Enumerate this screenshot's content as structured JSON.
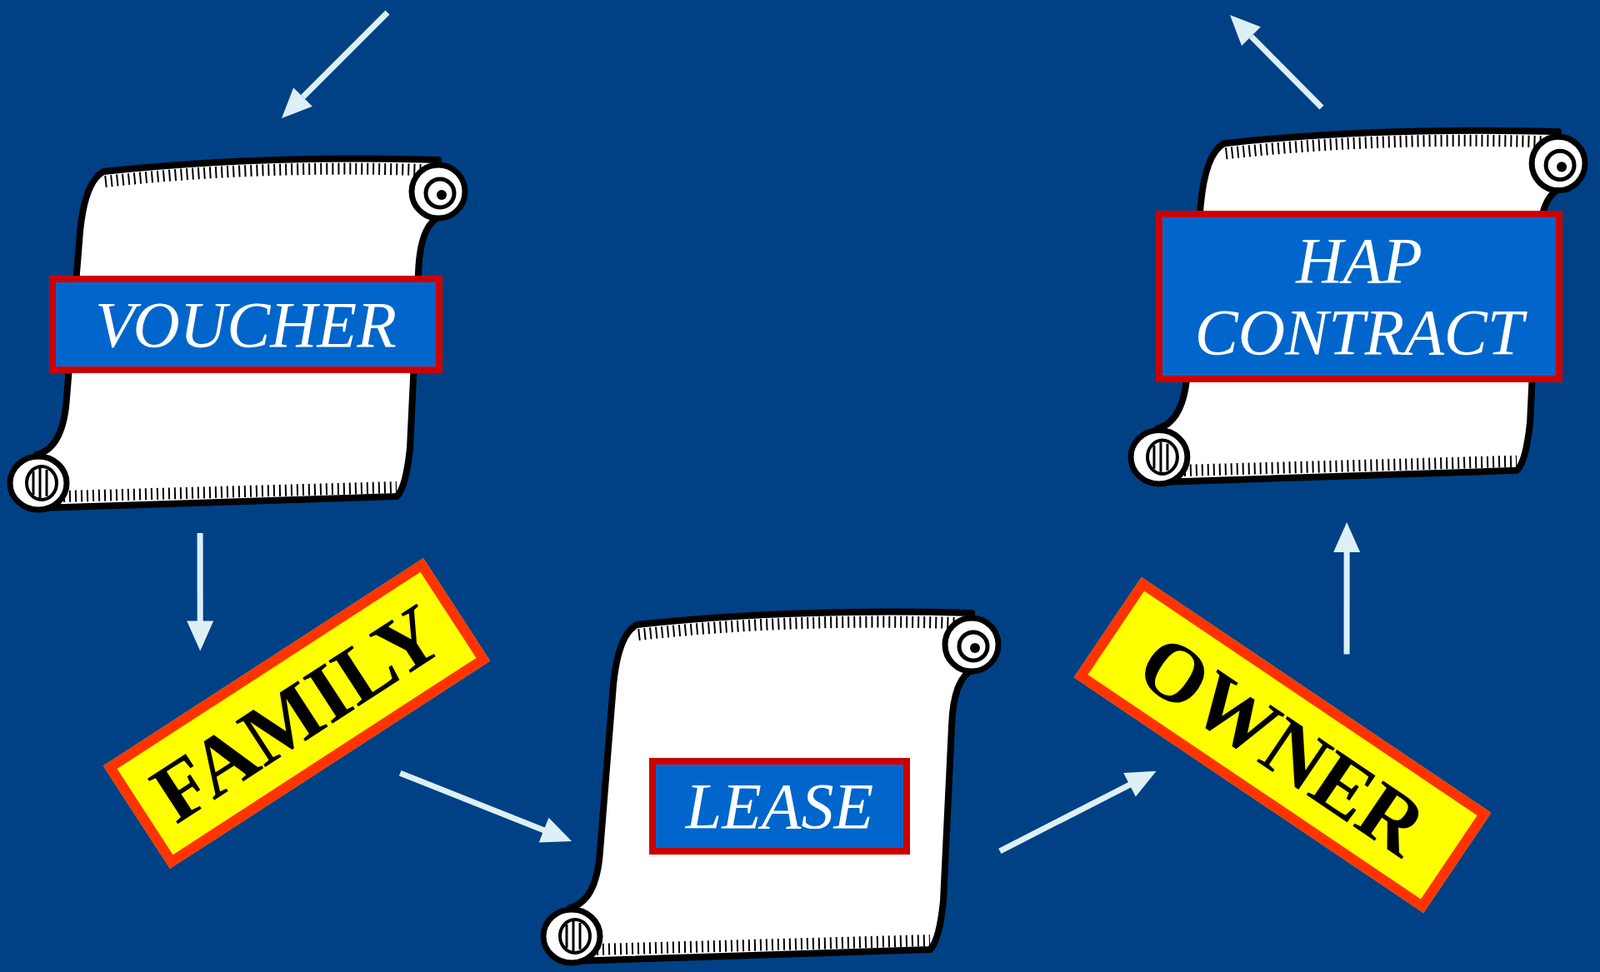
{
  "diagram": {
    "nodes": [
      {
        "text": [
          "VOUCHER"
        ]
      },
      {
        "text": [
          "FAMILY"
        ]
      },
      {
        "text": [
          "LEASE"
        ]
      },
      {
        "text": [
          "OWNER"
        ]
      },
      {
        "text": [
          "HAP CONTRACT"
        ]
      }
    ],
    "edges": [
      {
        "from": 0,
        "to": 1,
        "arrow": "to"
      },
      {
        "from": 1,
        "to": 2,
        "arrow": "to"
      },
      {
        "from": 2,
        "to": 3,
        "arrow": "to"
      },
      {
        "from": 3,
        "to": 4,
        "arrow": "to"
      }
    ]
  }
}
